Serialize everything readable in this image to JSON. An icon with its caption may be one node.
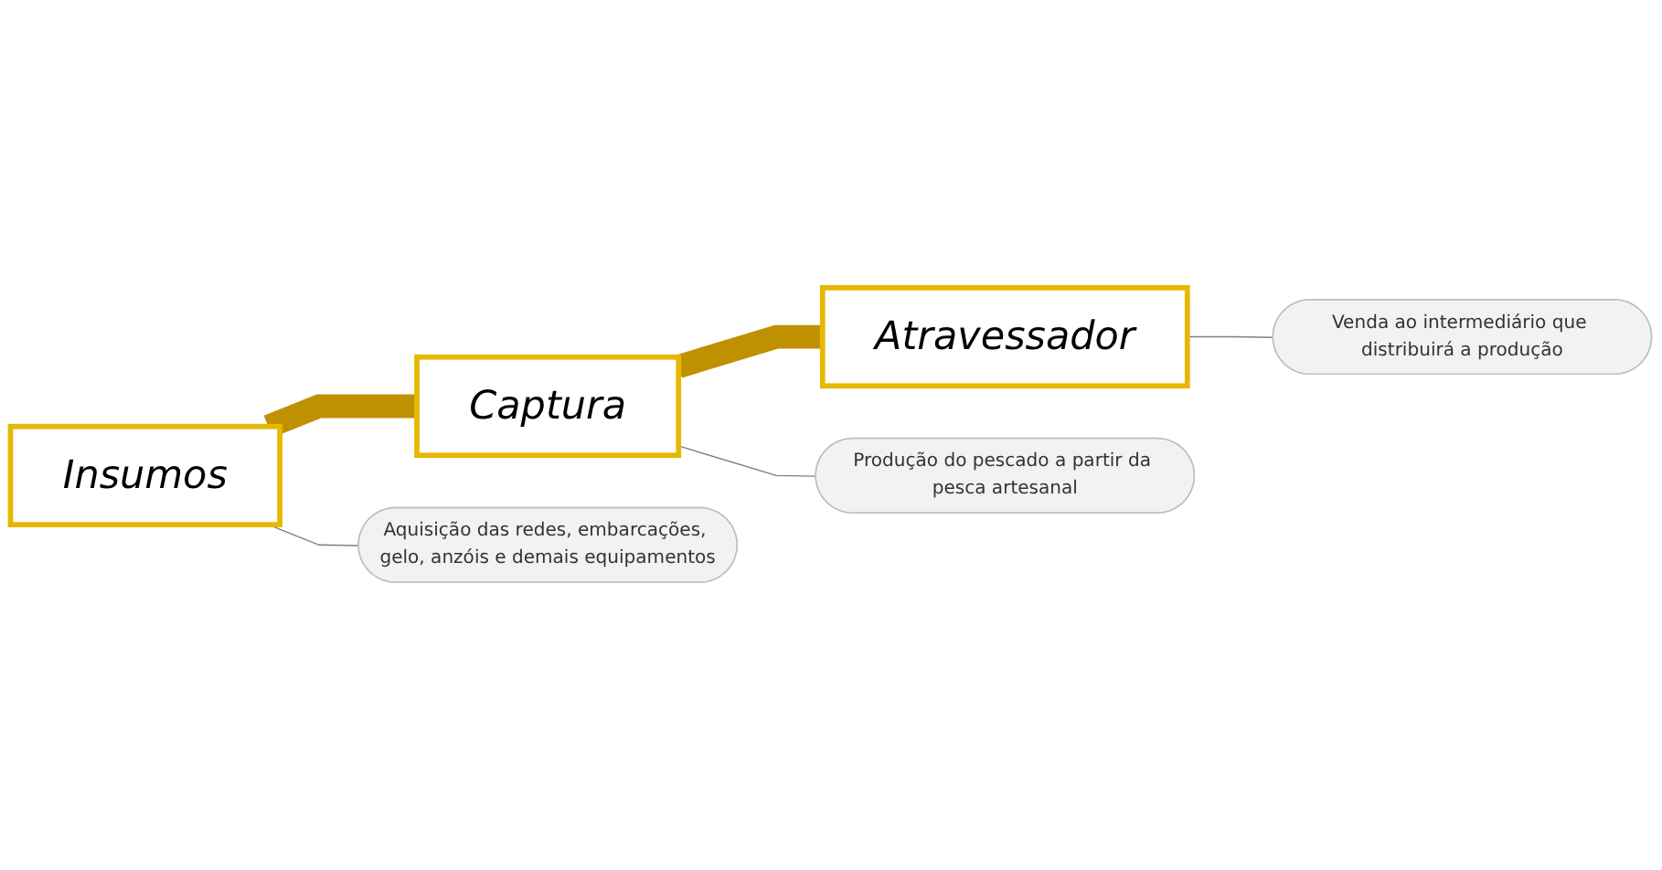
{
  "diagram": {
    "nodes": [
      {
        "text": [
          "Insumos"
        ]
      },
      {
        "text": [
          "Captura"
        ]
      },
      {
        "text": [
          "Atravessador"
        ]
      },
      {
        "text": [
          "Aquisição das redes, embarcações, gelo, anzóis e demais equipamentos"
        ]
      },
      {
        "text": [
          "Produção do pescado a partir da pesca artesanal"
        ]
      },
      {
        "text": [
          "Venda ao intermediário que distribuirá a produção"
        ]
      }
    ],
    "edges": [
      {
        "from": 0,
        "to": 1,
        "arrow": "none",
        "style": "thick",
        "color": "#bf9000"
      },
      {
        "from": 1,
        "to": 2,
        "arrow": "none",
        "style": "thick",
        "color": "#bf9000"
      },
      {
        "from": 0,
        "to": 3,
        "arrow": "none"
      },
      {
        "from": 1,
        "to": 4,
        "arrow": "none"
      },
      {
        "from": 2,
        "to": 5,
        "arrow": "none"
      }
    ]
  }
}
